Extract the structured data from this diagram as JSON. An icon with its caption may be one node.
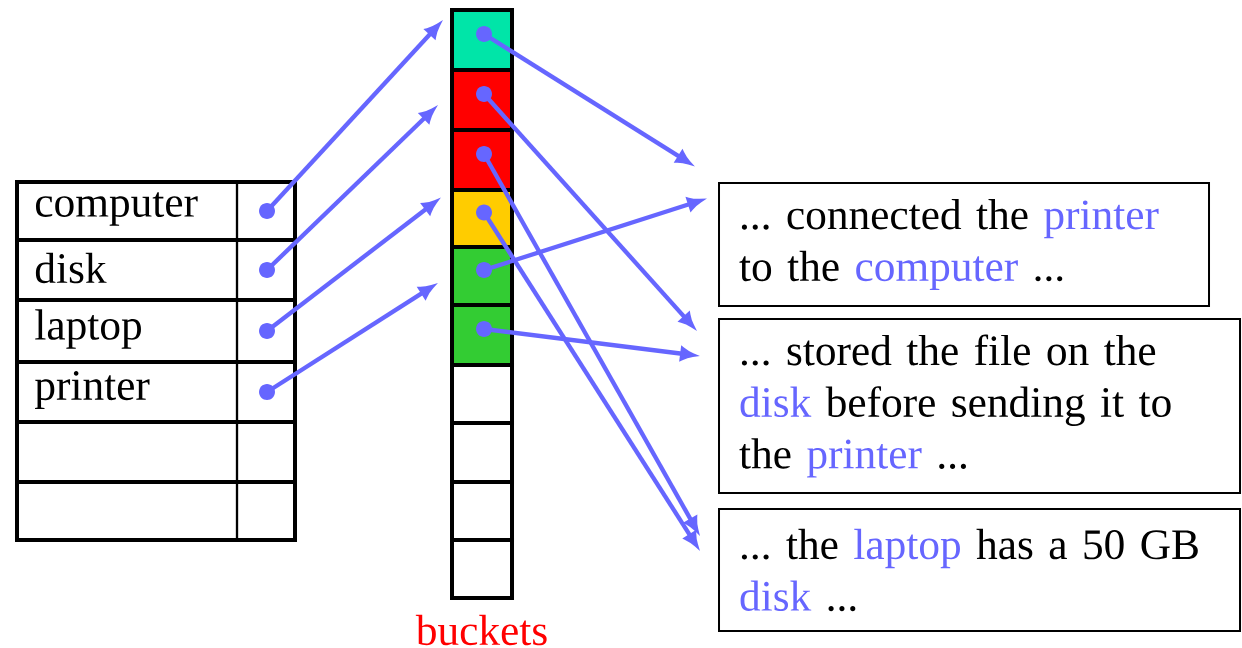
{
  "diagram": {
    "nodes": [
      {
        "text": [
          "computer"
        ]
      },
      {
        "text": [
          "disk"
        ]
      },
      {
        "text": [
          "laptop"
        ]
      },
      {
        "text": [
          "printer"
        ]
      },
      {
        "text": [],
        "shape": "box"
      },
      {
        "text": [],
        "shape": "box"
      },
      {
        "text": [],
        "shape": "box"
      },
      {
        "text": [],
        "shape": "box"
      },
      {
        "text": [],
        "shape": "box"
      },
      {
        "text": [],
        "shape": "box"
      },
      {
        "text": [],
        "shape": "box"
      },
      {
        "text": [],
        "shape": "box"
      },
      {
        "text": [],
        "shape": "box"
      },
      {
        "text": [],
        "shape": "box"
      },
      {
        "text": [],
        "shape": "box"
      },
      {
        "text": [],
        "shape": "box"
      },
      {
        "text": [
          "... connected the",
          "printer",
          "to the",
          "computer",
          "..."
        ]
      },
      {
        "text": [
          "... stored the file on the",
          "disk",
          "before sending it to the",
          "printer",
          "..."
        ]
      },
      {
        "text": [
          "... the",
          "laptop",
          "has a 50 GB",
          "disk",
          "..."
        ]
      }
    ],
    "edges": [
      {
        "from": 0,
        "to": 6,
        "arrow": "to"
      },
      {
        "from": 1,
        "to": 7,
        "arrow": "to"
      },
      {
        "from": 2,
        "to": 9,
        "arrow": "to"
      },
      {
        "from": 3,
        "to": 10,
        "arrow": "to"
      },
      {
        "from": 6,
        "to": 16,
        "arrow": "to"
      },
      {
        "from": 7,
        "to": 17,
        "arrow": "to"
      },
      {
        "from": 8,
        "to": 18,
        "arrow": "to"
      },
      {
        "from": 9,
        "to": 18,
        "arrow": "to"
      },
      {
        "from": 10,
        "to": 16,
        "arrow": "to"
      },
      {
        "from": 11,
        "to": 17,
        "arrow": "to"
      }
    ],
    "labels": [
      "buckets"
    ]
  }
}
